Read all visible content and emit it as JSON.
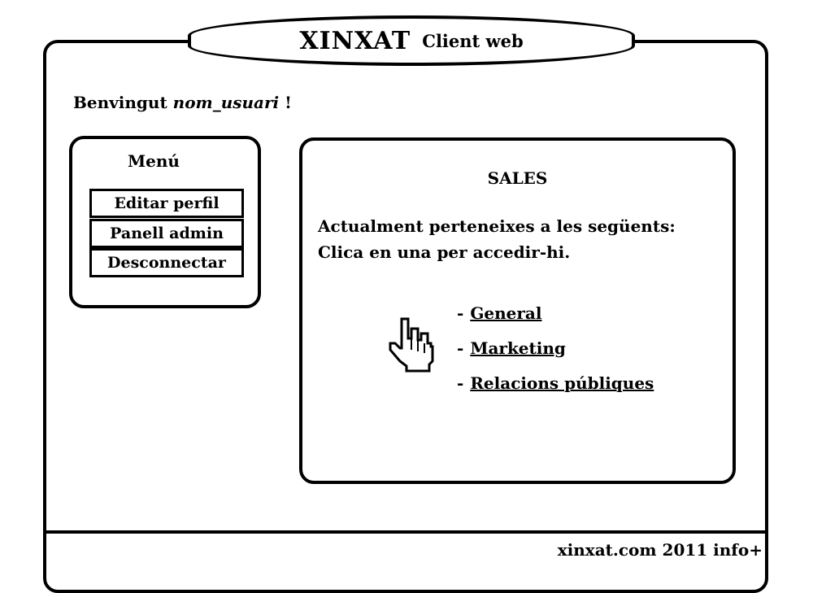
{
  "header": {
    "brand": "XINXAT",
    "subtitle": "Client web"
  },
  "welcome": {
    "prefix": "Benvingut",
    "username": "nom_usuari",
    "suffix": "!"
  },
  "menu": {
    "title": "Menú",
    "items": [
      {
        "label": "Editar perfil"
      },
      {
        "label": "Panell admin"
      },
      {
        "label": "Desconnectar"
      }
    ]
  },
  "content": {
    "title": "SALES",
    "line1": "Actualment perteneixes a les següents:",
    "line2": "Clica en  una per accedir-hi.",
    "groups": [
      {
        "bullet": "-",
        "label": "General"
      },
      {
        "bullet": "-",
        "label": "Marketing"
      },
      {
        "bullet": "-",
        "label": "Relacions públiques"
      }
    ],
    "pointer_icon": "hand-pointer-icon"
  },
  "footer": {
    "text": "xinxat.com 2011 info+"
  }
}
